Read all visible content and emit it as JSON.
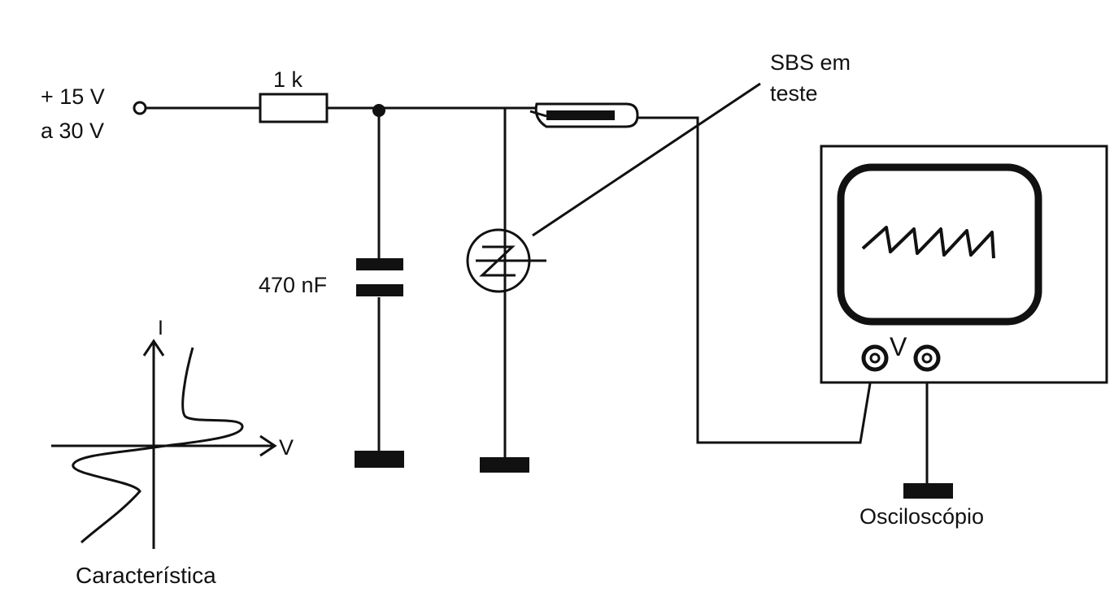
{
  "supply": {
    "line1": "+ 15 V",
    "line2": "a 30 V"
  },
  "resistor": {
    "label": "1 k"
  },
  "capacitor": {
    "label": "470 nF"
  },
  "sbs": {
    "label_line1": "SBS em",
    "label_line2": "teste"
  },
  "oscilloscope": {
    "label": "Osciloscópio",
    "input_label": "V"
  },
  "characteristic": {
    "caption": "Característica",
    "axis_i": "I",
    "axis_v": "V"
  }
}
